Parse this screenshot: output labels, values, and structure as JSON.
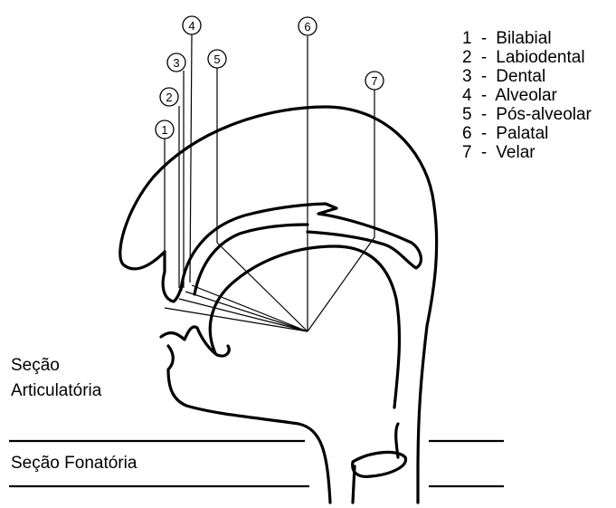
{
  "legend": [
    {
      "num": "1",
      "label": "Bilabial"
    },
    {
      "num": "2",
      "label": "Labiodental"
    },
    {
      "num": "3",
      "label": "Dental"
    },
    {
      "num": "4",
      "label": "Alveolar"
    },
    {
      "num": "5",
      "label": "Pós-alveolar"
    },
    {
      "num": "6",
      "label": "Palatal"
    },
    {
      "num": "7",
      "label": "Velar"
    }
  ],
  "legend_dash": "-",
  "sections": {
    "articulatory_line1": "Seção",
    "articulatory_line2": "Articulatória",
    "phonatory": "Seção Fonatória"
  },
  "markers": [
    "1",
    "2",
    "3",
    "4",
    "5",
    "6",
    "7"
  ]
}
